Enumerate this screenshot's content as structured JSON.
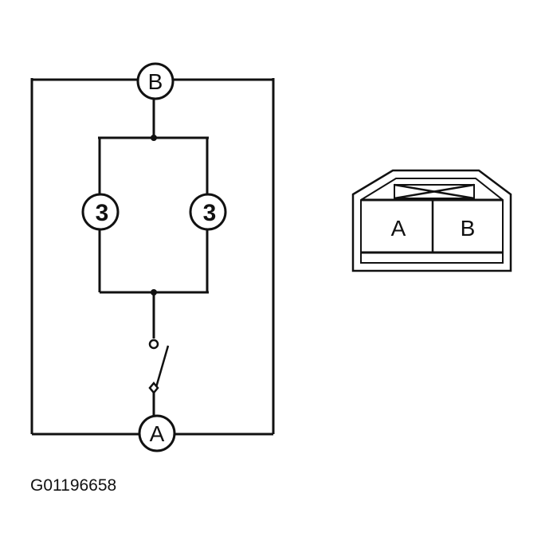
{
  "diagram": {
    "terminal_top": "B",
    "terminal_bottom": "A",
    "connector": {
      "pin_left": "A",
      "pin_right": "B"
    },
    "reference_code": "G01196658"
  }
}
